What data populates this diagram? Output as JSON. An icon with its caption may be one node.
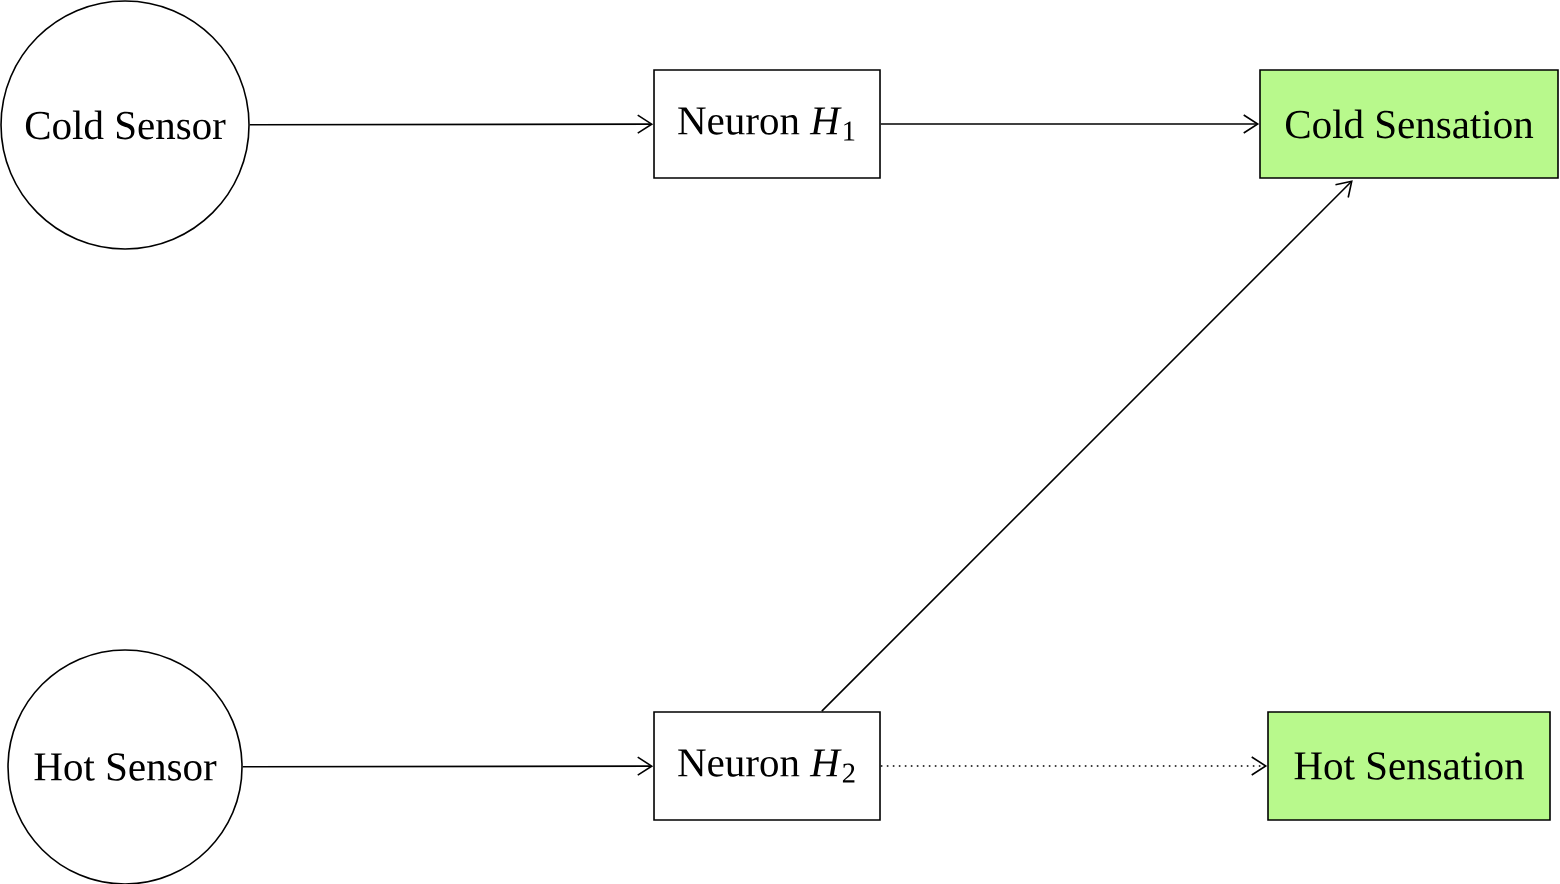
{
  "diagram": {
    "nodes": [
      {
        "text": [
          "Cold Sensor"
        ]
      },
      {
        "text": [
          "Neuron *H*$_{1}$"
        ]
      },
      {
        "text": [
          "Cold Sensation"
        ]
      },
      {
        "text": [
          "Hot Sensor"
        ]
      },
      {
        "text": [
          "Neuron *H*$_{2}$"
        ]
      },
      {
        "text": [
          "Hot Sensation"
        ]
      }
    ],
    "edges": [
      {
        "from": 0,
        "to": 1,
        "arrow": "to"
      },
      {
        "from": 1,
        "to": 2,
        "arrow": "to"
      },
      {
        "from": 3,
        "to": 4,
        "arrow": "to"
      },
      {
        "from": 4,
        "to": 2,
        "arrow": "to"
      },
      {
        "from": 4,
        "to": 5,
        "arrow": "to",
        "style": "dashed"
      }
    ]
  }
}
